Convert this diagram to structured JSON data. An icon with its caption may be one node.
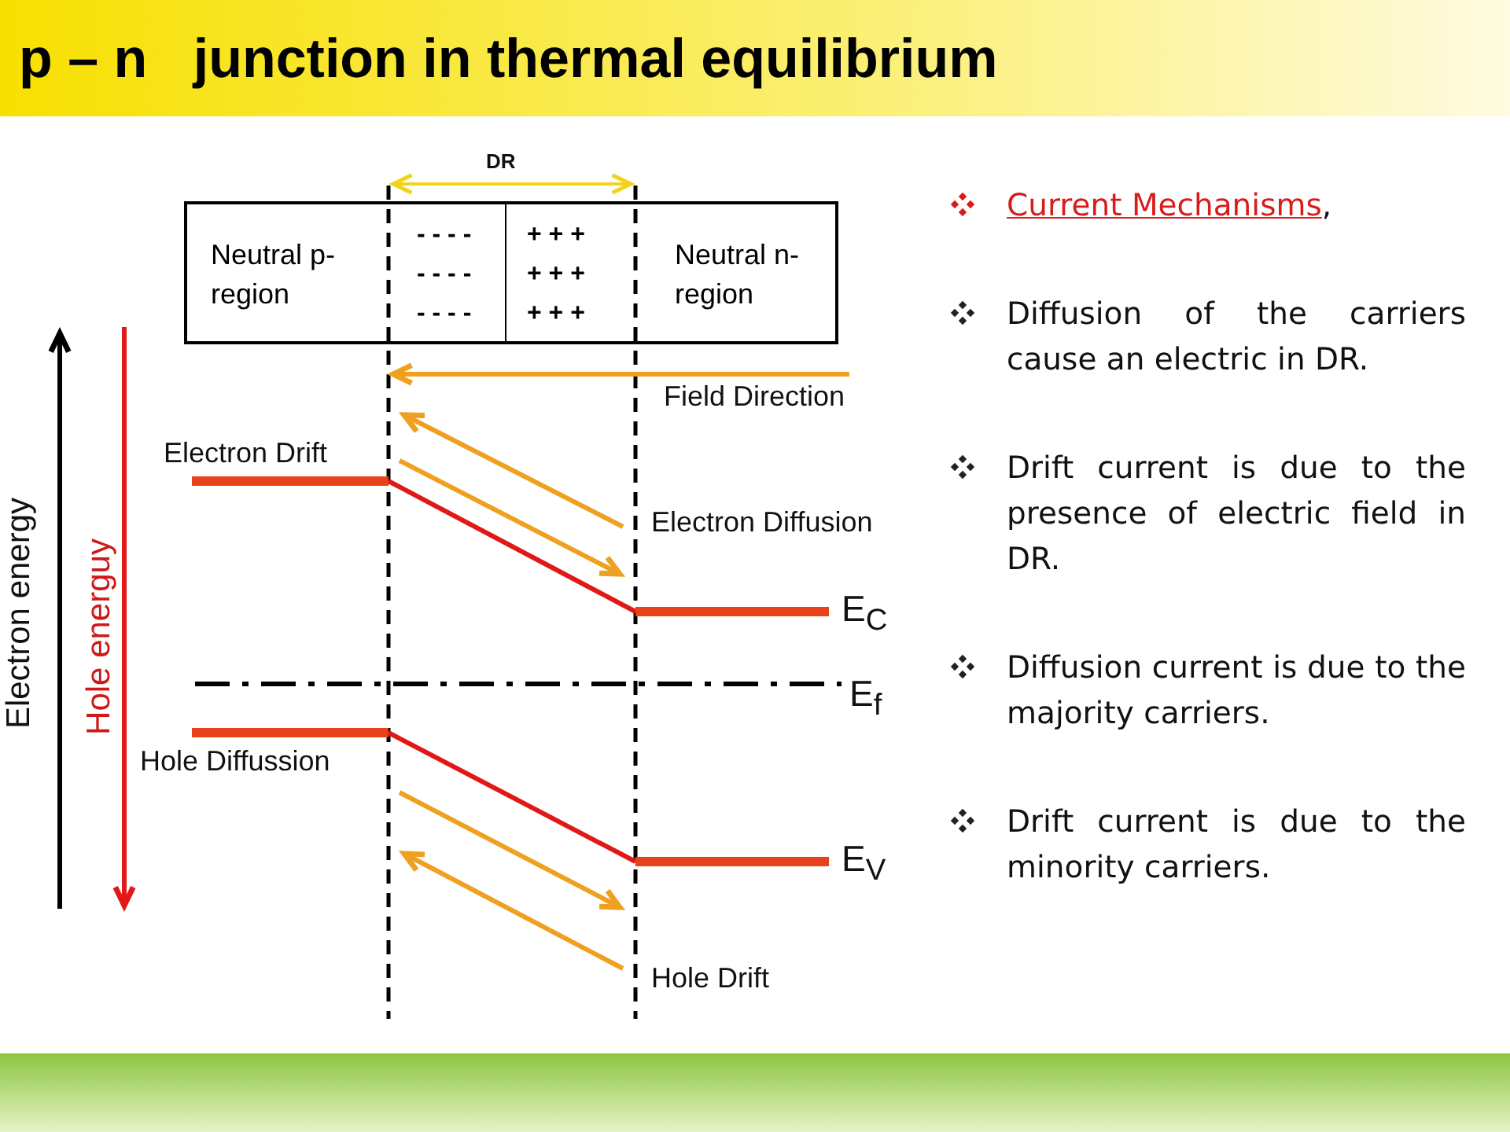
{
  "diagram": {
    "title": "p – n   junction in thermal equilibrium",
    "nodes": [
      {
        "text": [
          "Neutral p-region",
          "- - - -",
          "- - - -",
          "- - - -",
          "+ + +",
          "+ + +",
          "+ + +",
          "Neutral n-region"
        ]
      }
    ],
    "labels": [
      "DR",
      "Field Direction",
      "Electron Drift",
      "Electron Diffusion",
      "E$_{C}$",
      "E$_{f}$",
      "Hole Diffussion",
      "E$_{V}$",
      "Hole Drift",
      "Electron energy",
      "Hole energuy",
      "Current Mechanisms,",
      "Diffusion of the carriers cause an electric in DR.",
      "Drift current is due to the presence of electric field in DR.",
      "Diffusion current is due to the majority carriers.",
      "Drift current is due to the minority carriers."
    ]
  }
}
